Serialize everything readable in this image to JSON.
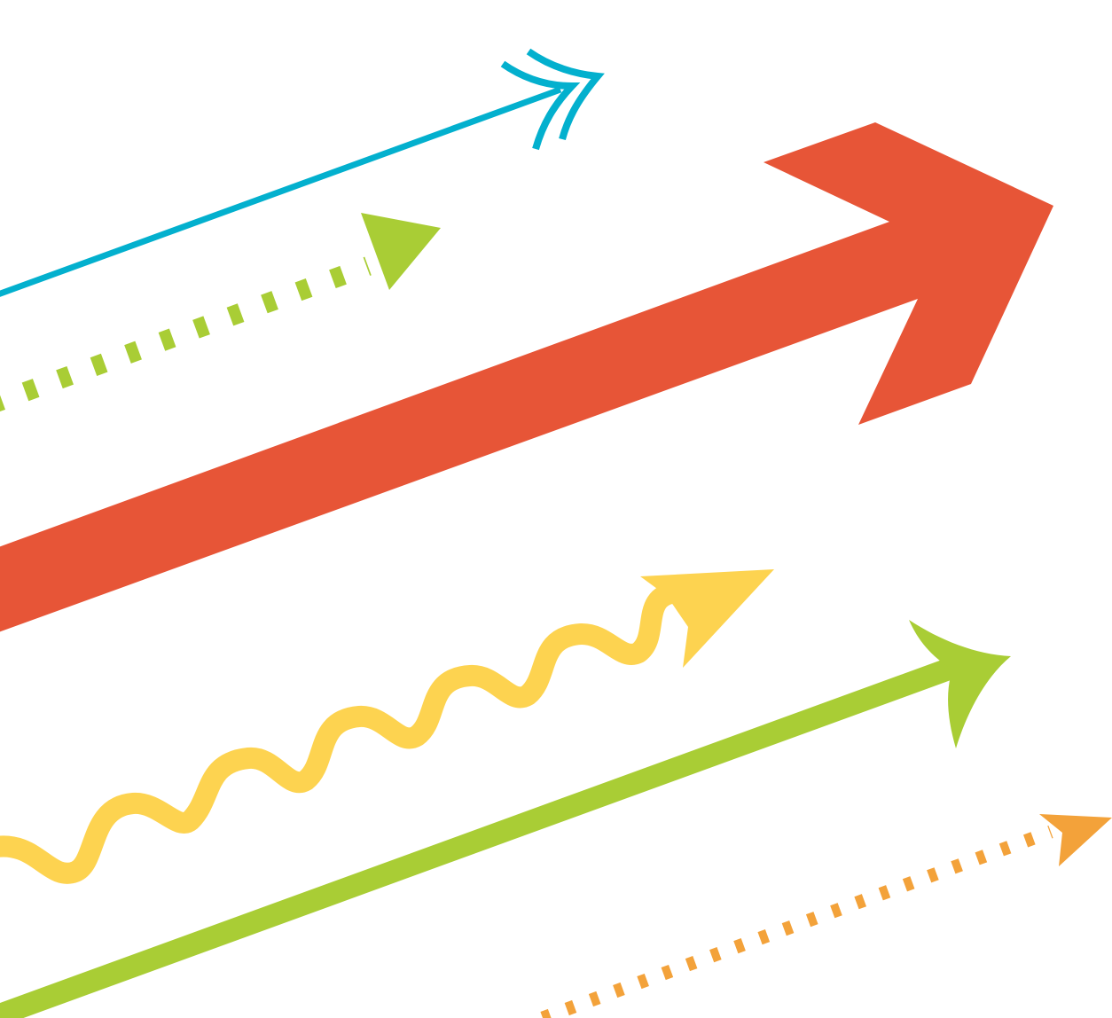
{
  "arrows": [
    {
      "id": "blue-double-chevron-arrow",
      "style": "thin line, open double chevron head",
      "color": "#03B0CE"
    },
    {
      "id": "green-dashed-arrow",
      "style": "dashed line, triangular head",
      "color": "#A9CD35"
    },
    {
      "id": "red-thick-arrow",
      "style": "thick solid shaft, chevron head",
      "color": "#E75537"
    },
    {
      "id": "yellow-wavy-arrow",
      "style": "wavy line, triangular head",
      "color": "#FDD350"
    },
    {
      "id": "green-solid-arrow",
      "style": "solid line, curved barb head",
      "color": "#A9CD35"
    },
    {
      "id": "orange-dotted-arrow",
      "style": "dotted line, triangular head",
      "color": "#F3A23A"
    }
  ]
}
